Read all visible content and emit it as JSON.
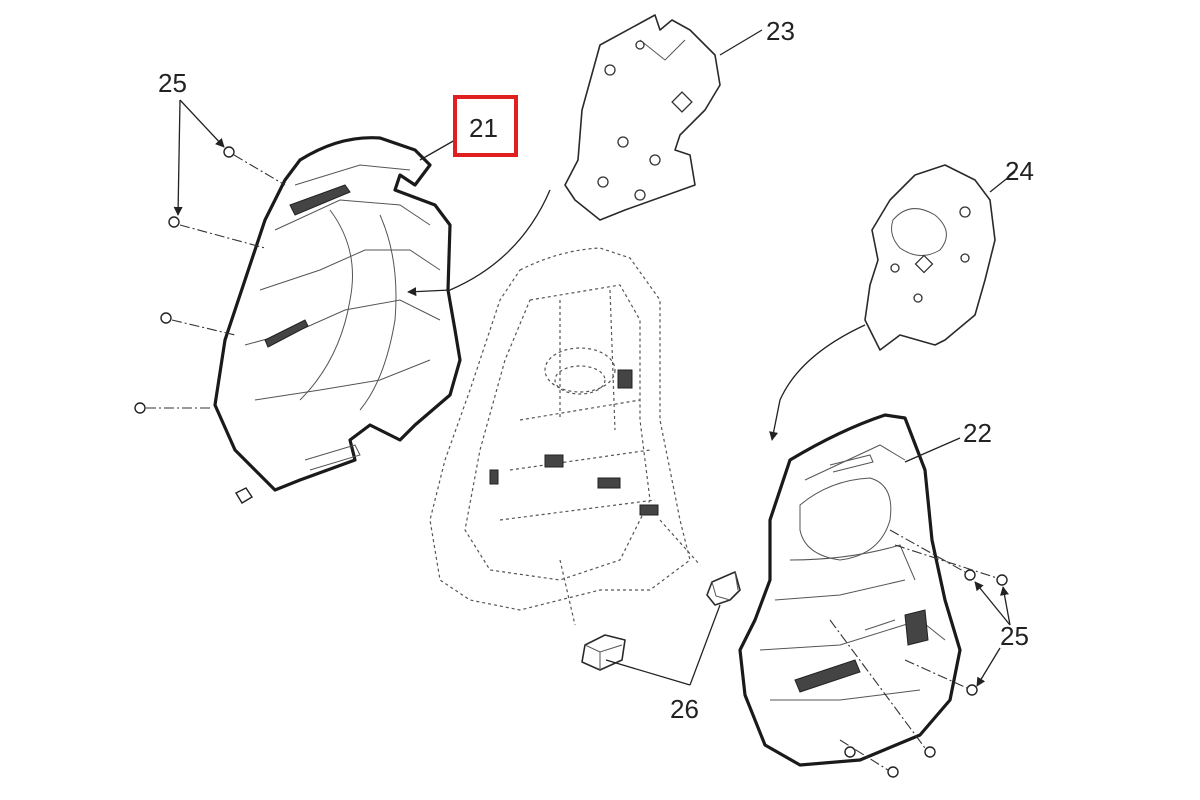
{
  "callouts": {
    "c21": "21",
    "c22": "22",
    "c23": "23",
    "c24": "24",
    "c25_left": "25",
    "c25_right": "25",
    "c26": "26"
  },
  "highlight": {
    "part": "21",
    "color": "#e02020"
  }
}
